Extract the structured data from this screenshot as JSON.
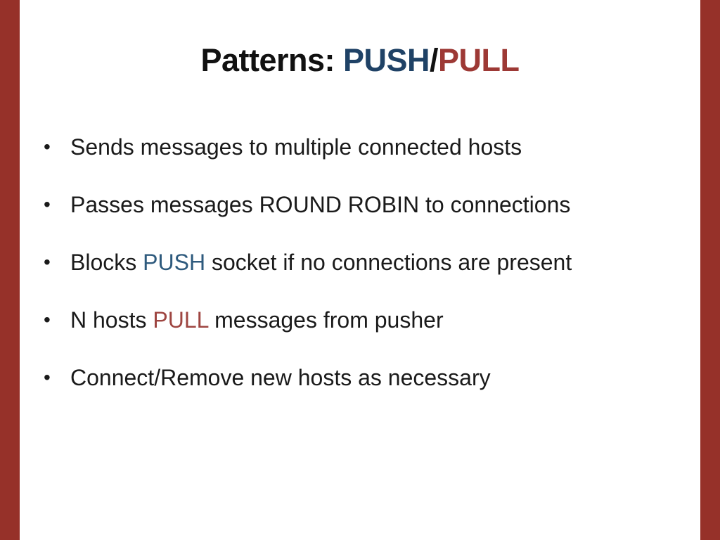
{
  "colors": {
    "title_push": "#1f4266",
    "title_pull": "#9d3935",
    "body_push": "#2e5a7d",
    "body_pull": "#9e4541",
    "side_bar": "#963129",
    "title_text": "#111111",
    "body_text": "#1a1a1a"
  },
  "slide": {
    "title": {
      "segments": [
        {
          "text": "Patterns: "
        },
        {
          "text": "PUSH",
          "style": "push"
        },
        {
          "text": "/"
        },
        {
          "text": "PULL",
          "style": "pull"
        }
      ]
    },
    "bullet_marker": "•",
    "bullets": [
      {
        "segments": [
          {
            "text": "Sends messages to multiple connected hosts"
          }
        ]
      },
      {
        "segments": [
          {
            "text": "Passes messages ROUND ROBIN to connections"
          }
        ]
      },
      {
        "segments": [
          {
            "text": "Blocks "
          },
          {
            "text": "PUSH",
            "style": "push-body"
          },
          {
            "text": " socket if no connections are present"
          }
        ]
      },
      {
        "segments": [
          {
            "text": "N hosts "
          },
          {
            "text": "PULL",
            "style": "pull-body"
          },
          {
            "text": " messages from pusher"
          }
        ]
      },
      {
        "segments": [
          {
            "text": "Connect/Remove new hosts as necessary"
          }
        ]
      }
    ]
  }
}
